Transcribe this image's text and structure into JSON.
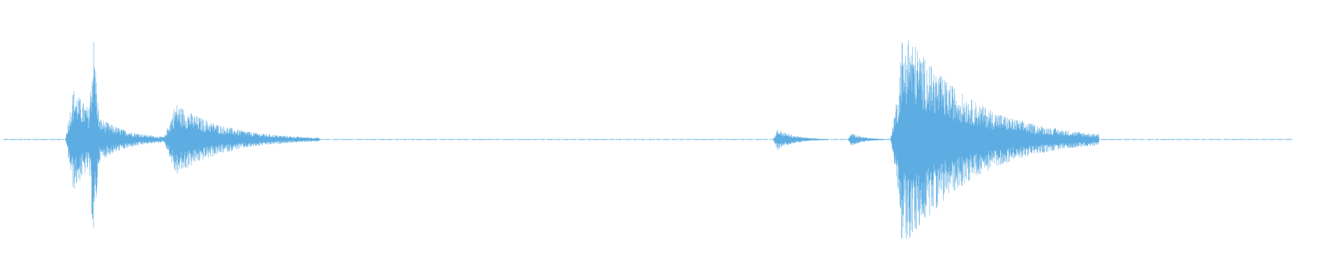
{
  "waveform": {
    "color": "#5dade2",
    "background": "#ffffff",
    "duration_fraction_active": 0.965,
    "events": [
      {
        "label_hidden": "",
        "start": 0.048,
        "end": 0.125,
        "peak": 0.48,
        "transient_at": 0.07,
        "transient_peak": 0.98
      },
      {
        "label_hidden": "",
        "start": 0.124,
        "end": 0.245,
        "peak": 0.34,
        "transient_at": null,
        "transient_peak": 0
      },
      {
        "label_hidden": "",
        "start": 0.597,
        "end": 0.64,
        "peak": 0.1,
        "transient_at": null,
        "transient_peak": 0
      },
      {
        "label_hidden": "",
        "start": 0.655,
        "end": 0.69,
        "peak": 0.06,
        "transient_at": null,
        "transient_peak": 0
      },
      {
        "label_hidden": "",
        "start": 0.688,
        "end": 0.85,
        "peak": 1.0,
        "transient_at": 0.697,
        "transient_peak": 1.0
      }
    ]
  }
}
